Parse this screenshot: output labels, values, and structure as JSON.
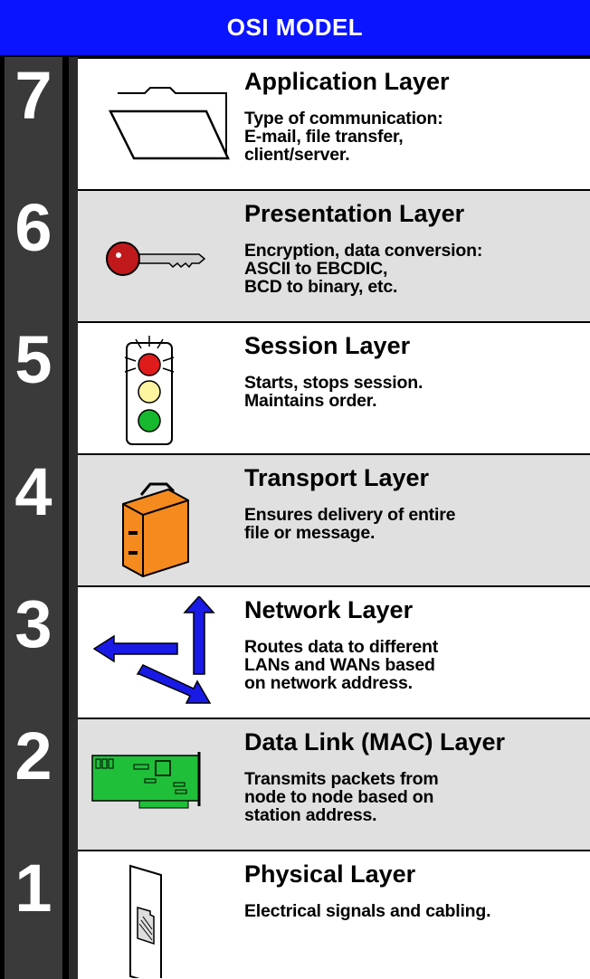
{
  "title": "OSI MODEL",
  "colors": {
    "header_bg": "#0a14ff",
    "number_bg": "#3a3a3a",
    "panel_white": "#ffffff",
    "panel_gray": "#e0e0e0"
  },
  "layers": [
    {
      "number": "7",
      "name": "Application Layer",
      "description": "Type of communication:\nE-mail, file transfer,\nclient/server.",
      "icon": "folder-icon"
    },
    {
      "number": "6",
      "name": "Presentation Layer",
      "description": "Encryption, data conversion:\nASCII to EBCDIC,\nBCD to binary, etc.",
      "icon": "key-icon"
    },
    {
      "number": "5",
      "name": "Session Layer",
      "description": "Starts, stops session.\nMaintains order.",
      "icon": "traffic-light-icon"
    },
    {
      "number": "4",
      "name": "Transport Layer",
      "description": "Ensures delivery of entire\nfile or message.",
      "icon": "suitcase-icon"
    },
    {
      "number": "3",
      "name": "Network Layer",
      "description": "Routes data to different\nLANs and WANs based\non network address.",
      "icon": "arrows-icon"
    },
    {
      "number": "2",
      "name": "Data Link (MAC) Layer",
      "description": "Transmits packets from\nnode to node based on\nstation address.",
      "icon": "network-card-icon"
    },
    {
      "number": "1",
      "name": "Physical Layer",
      "description": "Electrical signals and cabling.",
      "icon": "wall-jack-icon"
    }
  ]
}
